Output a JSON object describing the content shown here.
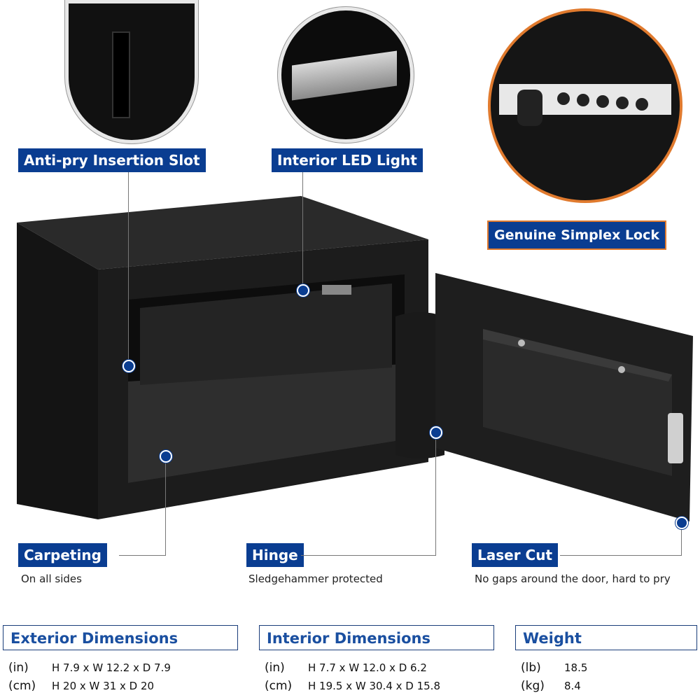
{
  "features": {
    "anti_pry": "Anti-pry Insertion Slot",
    "led": "Interior LED Light",
    "lock": "Genuine Simplex Lock",
    "carpeting": "Carpeting",
    "carpeting_sub": "On all sides",
    "hinge": "Hinge",
    "hinge_sub": "Sledgehammer protected",
    "laser": "Laser Cut",
    "laser_sub": "No gaps around the door, hard to pry"
  },
  "specs": {
    "exterior": {
      "title": "Exterior Dimensions",
      "rows": [
        {
          "unit": "(in)",
          "value": "H 7.9 x W 12.2 x D 7.9"
        },
        {
          "unit": "(cm)",
          "value": "H 20 x W 31 x D 20"
        }
      ]
    },
    "interior": {
      "title": "Interior Dimensions",
      "rows": [
        {
          "unit": "(in)",
          "value": "H 7.7 x W 12.0 x D 6.2"
        },
        {
          "unit": "(cm)",
          "value": "H 19.5 x W 30.4 x D 15.8"
        }
      ]
    },
    "weight": {
      "title": "Weight",
      "rows": [
        {
          "unit": "(lb)",
          "value": "18.5"
        },
        {
          "unit": "(kg)",
          "value": "8.4"
        }
      ]
    }
  },
  "colors": {
    "label_bg": "#0a3d91",
    "lock_ring": "#e07a2e",
    "safe_body": "#1a1a1a"
  }
}
